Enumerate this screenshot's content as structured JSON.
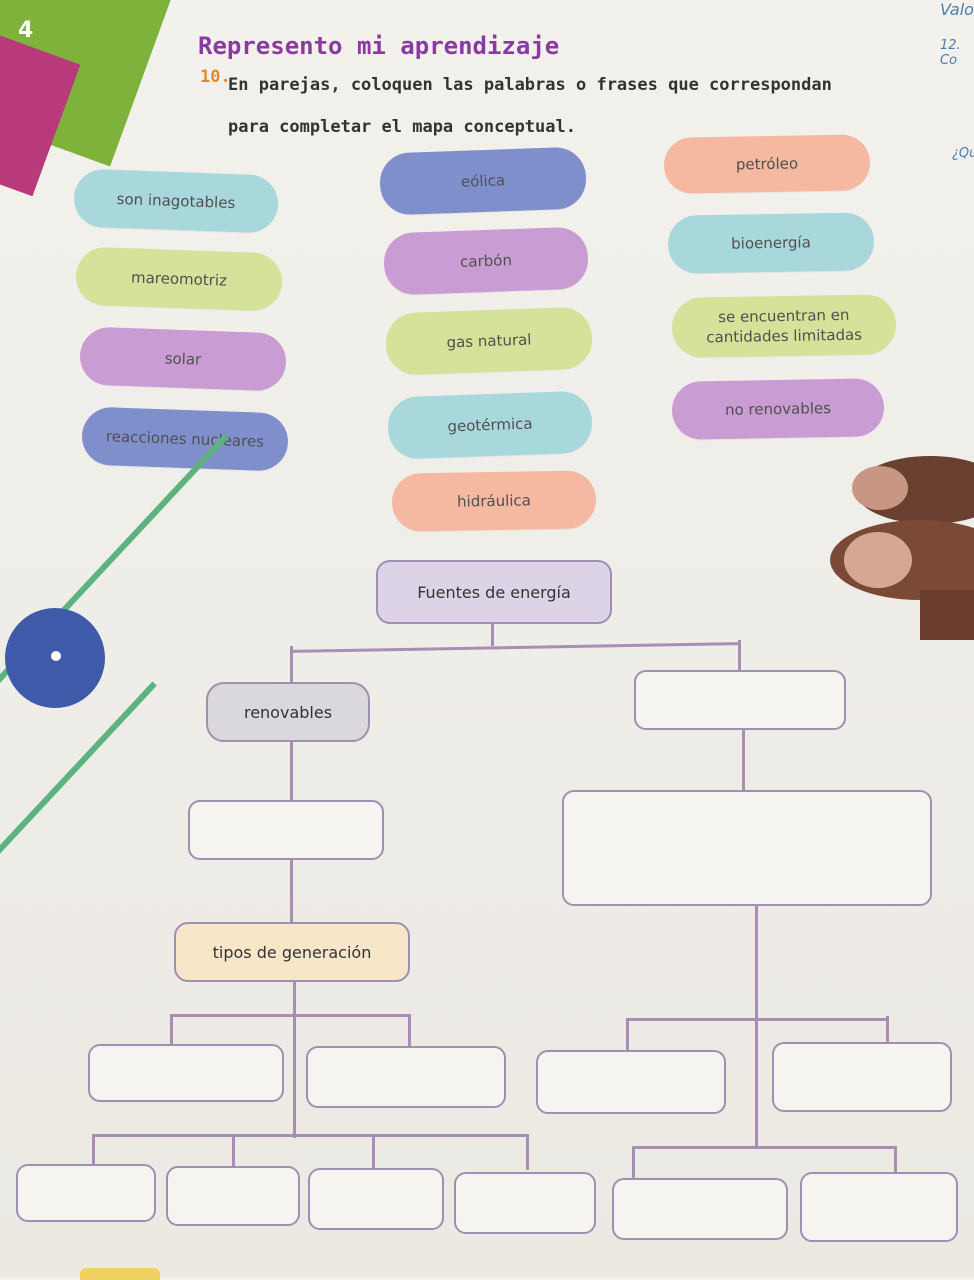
{
  "header": {
    "unit_number": "4",
    "section_title": "Represento mi aprendizaje",
    "question_number": "10.",
    "question_text": "En parejas, coloquen las palabras o frases que correspondan para completar el mapa conceptual."
  },
  "margin_right": [
    "Valo",
    "12. Co",
    "¿Qu"
  ],
  "word_bank": [
    "son inagotables",
    "eólica",
    "petróleo",
    "mareomotriz",
    "carbón",
    "bioenergía",
    "solar",
    "gas natural",
    "se encuentran en cantidades limitadas",
    "reacciones nucleares",
    "geotérmica",
    "no renovables",
    "hidráulica"
  ],
  "concept_map": {
    "root": "Fuentes de energía",
    "left_branch": "renovables",
    "left_mid_label": "tipos de generación"
  },
  "colors": {
    "chip_blue": "#7f8fcc",
    "chip_teal": "#a8d8dc",
    "chip_lime": "#d4e29a",
    "chip_purple": "#c99cd3",
    "chip_orange": "#f4b9a0",
    "title_purple": "#8a3aa0",
    "map_line": "#a98db5"
  }
}
